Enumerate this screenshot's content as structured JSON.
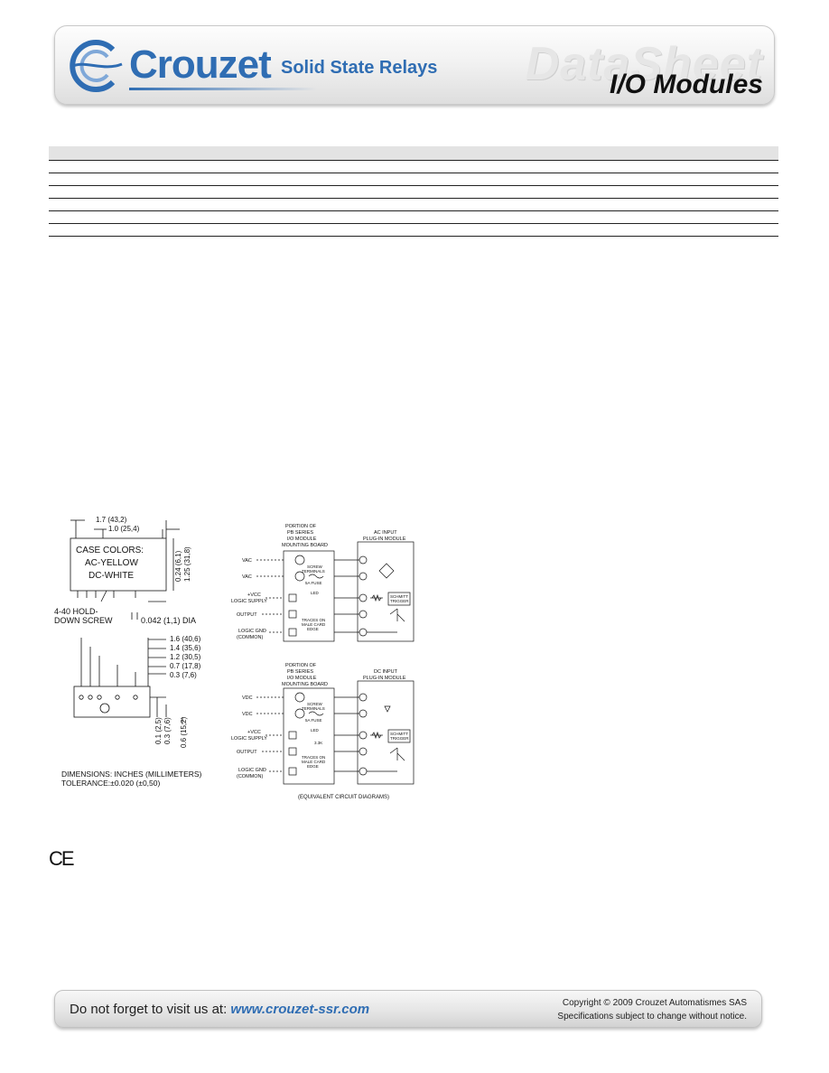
{
  "header": {
    "brand": "Crouzet",
    "subtitle": "Solid State Relays",
    "watermark": "DataSheet",
    "title": "I/O Modules",
    "brand_color": "#2f6db3"
  },
  "dimension_drawing": {
    "labels": {
      "w1": "1.7 (43,2)",
      "w2": "1.0 (25,4)",
      "case": "CASE  COLORS:",
      "ac": "AC-YELLOW",
      "dc": "DC-WHITE",
      "h1": "0.24 (6,1)",
      "h2": "1.25 (31,8)",
      "screw1": "4-40 HOLD-",
      "screw2": "DOWN SCREW",
      "dia": "0.042 (1,1) DIA",
      "p1": "1.6 (40,6)",
      "p2": "1.4 (35,6)",
      "p3": "1.2 (30,5)",
      "p4": "0.7 (17,8)",
      "p5": "0.3 (7,6)",
      "v1": "0.1 (2,5)",
      "v2": "0.3 (7,6)",
      "v3": "0.6 (15,2)",
      "dimensions": "DIMENSIONS: INCHES (MILLIMETERS)",
      "tolerance": "TOLERANCE:±0.020 (±0,50)"
    }
  },
  "circuit_ac": {
    "board1": "PORTION OF",
    "board2": "PB SERIES",
    "board3": "I/O MODULE",
    "board4": "MOUNTING BOARD",
    "module1": "AC INPUT",
    "module2": "PLUG-IN MODULE",
    "vac1": "VAC",
    "vac2": "VAC",
    "vcc": "+VCC",
    "logic_supply": "LOGIC SUPPLY",
    "output": "OUTPUT",
    "logic_gnd": "LOGIC GND",
    "common": "(COMMON)",
    "screw": "SCREW",
    "terminals": "TERMINALS",
    "fuse": "5A FUSE",
    "led": "LED",
    "traces1": "TRACES ON",
    "traces2": "MALE CARD",
    "traces3": "EDGE",
    "schmitt1": "SCHMITT",
    "schmitt2": "TRIGGER"
  },
  "circuit_dc": {
    "board1": "PORTION OF",
    "board2": "PB SERIES",
    "board3": "I/O MODULE",
    "board4": "MOUNTING BOARD",
    "module1": "DC INPUT",
    "module2": "PLUG-IN MODULE",
    "vdc1": "VDC",
    "vdc2": "VDC",
    "vcc": "+VCC",
    "logic_supply": "LOGIC SUPPLY",
    "output": "OUTPUT",
    "logic_gnd": "LOGIC GND",
    "common": "(COMMON)",
    "screw": "SCREW",
    "terminals": "TERMINALS",
    "fuse": "5A FUSE",
    "led": "LED",
    "res": "3.3K",
    "traces1": "TRACES ON",
    "traces2": "MALE CARD",
    "traces3": "EDGE",
    "schmitt1": "SCHMITT",
    "schmitt2": "TRIGGER",
    "caption": "(EQUIVALENT CIRCUIT DIAGRAMS)"
  },
  "ce_mark": "CE",
  "footer": {
    "prefix": "Do not forget to visit us at: ",
    "url": "www.crouzet-ssr.com",
    "copyright": "Copyright © 2009 Crouzet Automatismes SAS",
    "notice": "Specifications subject to change without notice."
  }
}
